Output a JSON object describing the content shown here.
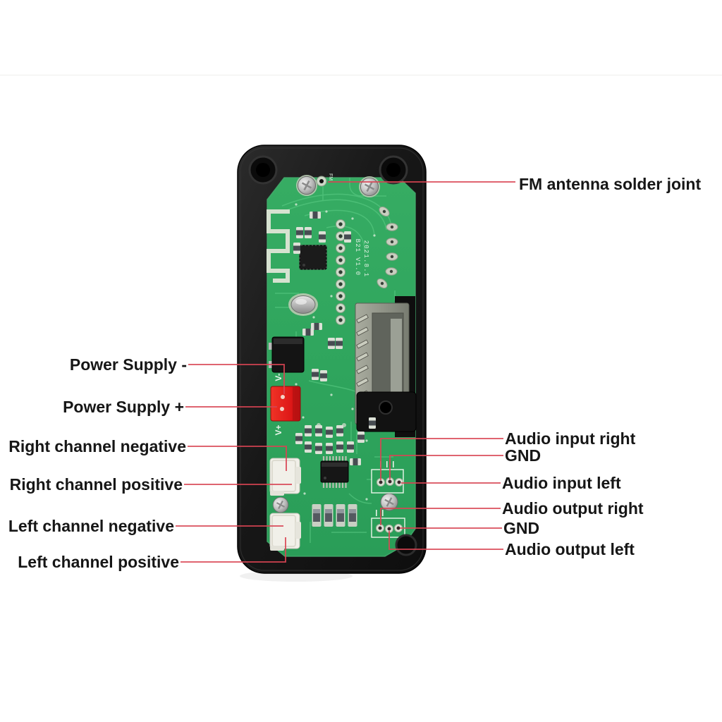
{
  "figure": {
    "kind": "annotated-product-diagram",
    "subject": "Bluetooth MP3 decoder board module in black case"
  },
  "colors": {
    "background": "#ffffff",
    "leader_line": "#d94453",
    "label_text": "#161616",
    "pcb_green": "#2fa55d",
    "case_black": "#161616",
    "power_connector_red": "#e01d1d",
    "audio_connector_white": "#f1f0e9"
  },
  "annotations": {
    "fm": {
      "text": "FM antenna solder joint"
    },
    "left": [
      {
        "text": "Power Supply -"
      },
      {
        "text": "Power Supply +"
      },
      {
        "text": "Right channel negative"
      },
      {
        "text": "Right channel positive"
      },
      {
        "text": "Left channel negative"
      },
      {
        "text": "Left channel positive"
      }
    ],
    "right": [
      {
        "text": "Audio input right"
      },
      {
        "text": "GND"
      },
      {
        "text": "Audio input left"
      },
      {
        "text": "Audio output right"
      },
      {
        "text": "GND"
      },
      {
        "text": "Audio output left"
      }
    ]
  },
  "silkscreen": {
    "fm_pad": "FM",
    "v_minus": "V-",
    "v_plus": "V+",
    "version": "B21  V1.0",
    "date": "2021.8.1"
  }
}
